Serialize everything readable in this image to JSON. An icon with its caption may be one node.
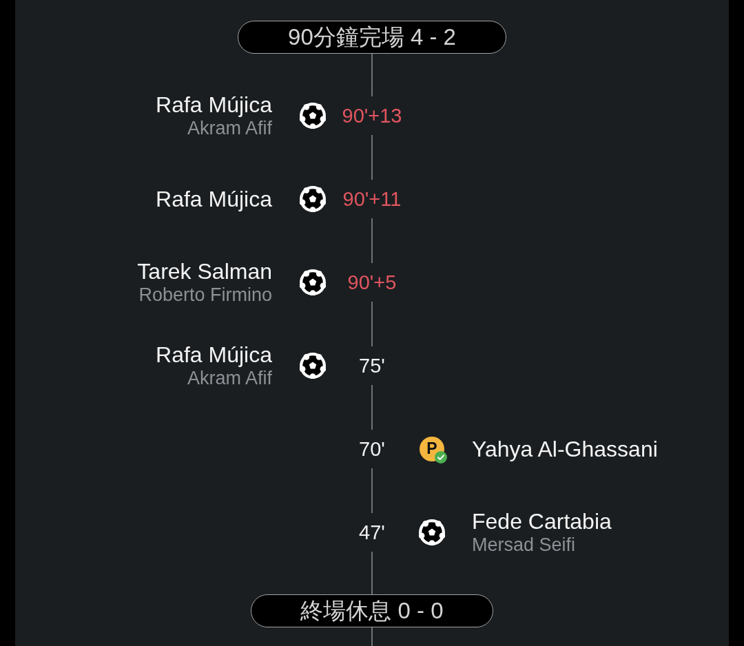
{
  "diagram": {
    "nodes": [
      {
        "text": [
          "90分鐘完場 4 - 2"
        ]
      },
      {
        "text": [
          "90'+13"
        ],
        "beside": [
          "Rafa Mújica",
          "Akram Afif"
        ]
      },
      {
        "text": [
          "90'+11"
        ],
        "beside": [
          "Rafa Mújica"
        ]
      },
      {
        "text": [
          "90'+5"
        ],
        "beside": [
          "Tarek Salman",
          "Roberto Firmino"
        ]
      },
      {
        "text": [
          "75'"
        ],
        "beside": [
          "Rafa Mújica",
          "Akram Afif"
        ]
      },
      {
        "text": [
          "70'"
        ],
        "beside": [
          "Yahya Al-Ghassani"
        ]
      },
      {
        "text": [
          "47'"
        ],
        "beside": [
          "Fede Cartabia",
          "Mersad Seifi"
        ]
      },
      {
        "text": [
          "終場休息 0 - 0"
        ]
      }
    ],
    "edges": [
      {
        "from": 0,
        "to": 1,
        "arrow": "none"
      },
      {
        "from": 1,
        "to": 2,
        "arrow": "none"
      },
      {
        "from": 2,
        "to": 3,
        "arrow": "none"
      },
      {
        "from": 3,
        "to": 4,
        "arrow": "none"
      },
      {
        "from": 4,
        "to": 5,
        "arrow": "none"
      },
      {
        "from": 5,
        "to": 6,
        "arrow": "none"
      },
      {
        "from": 6,
        "to": 7,
        "arrow": "none"
      },
      {
        "from": 7,
        "to": null,
        "arrow": "none"
      }
    ],
    "labels": [
      "P"
    ]
  }
}
